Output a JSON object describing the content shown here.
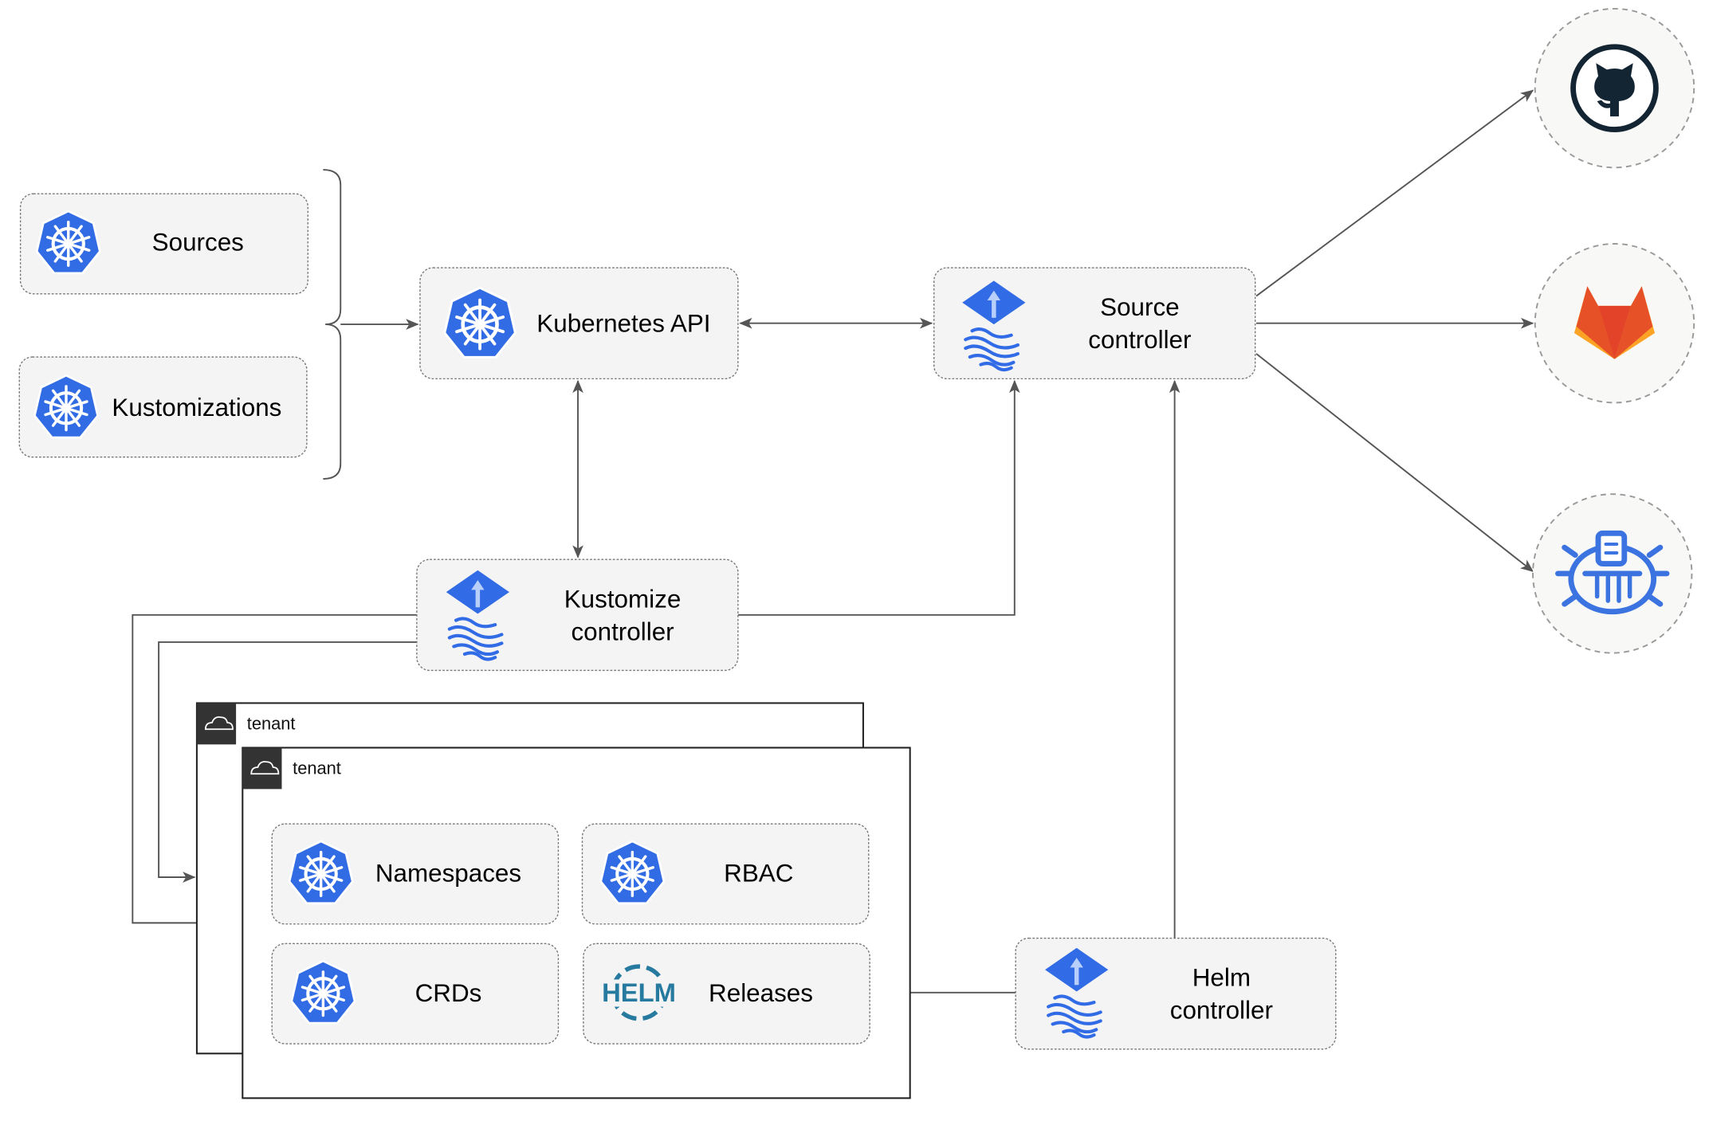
{
  "nodes": {
    "sources": "Sources",
    "kustomizations": "Kustomizations",
    "kubernetes_api": "Kubernetes API",
    "source_controller": [
      "Source",
      "controller"
    ],
    "kustomize_controller": [
      "Kustomize",
      "controller"
    ],
    "helm_controller": [
      "Helm",
      "controller"
    ],
    "namespaces": "Namespaces",
    "rbac": "RBAC",
    "crds": "CRDs",
    "releases": "Releases"
  },
  "tenants": [
    "tenant",
    "tenant"
  ],
  "logos": {
    "helm": "HELM",
    "repos": [
      "github-icon",
      "gitlab-icon",
      "helm-repository-icon"
    ]
  },
  "colors": {
    "kubernetes_blue": "#326ce5",
    "flux_blue": "#316ce6",
    "gitlab_orange": "#e24329",
    "github_dark": "#132433",
    "helm_blue": "#277a9f"
  }
}
